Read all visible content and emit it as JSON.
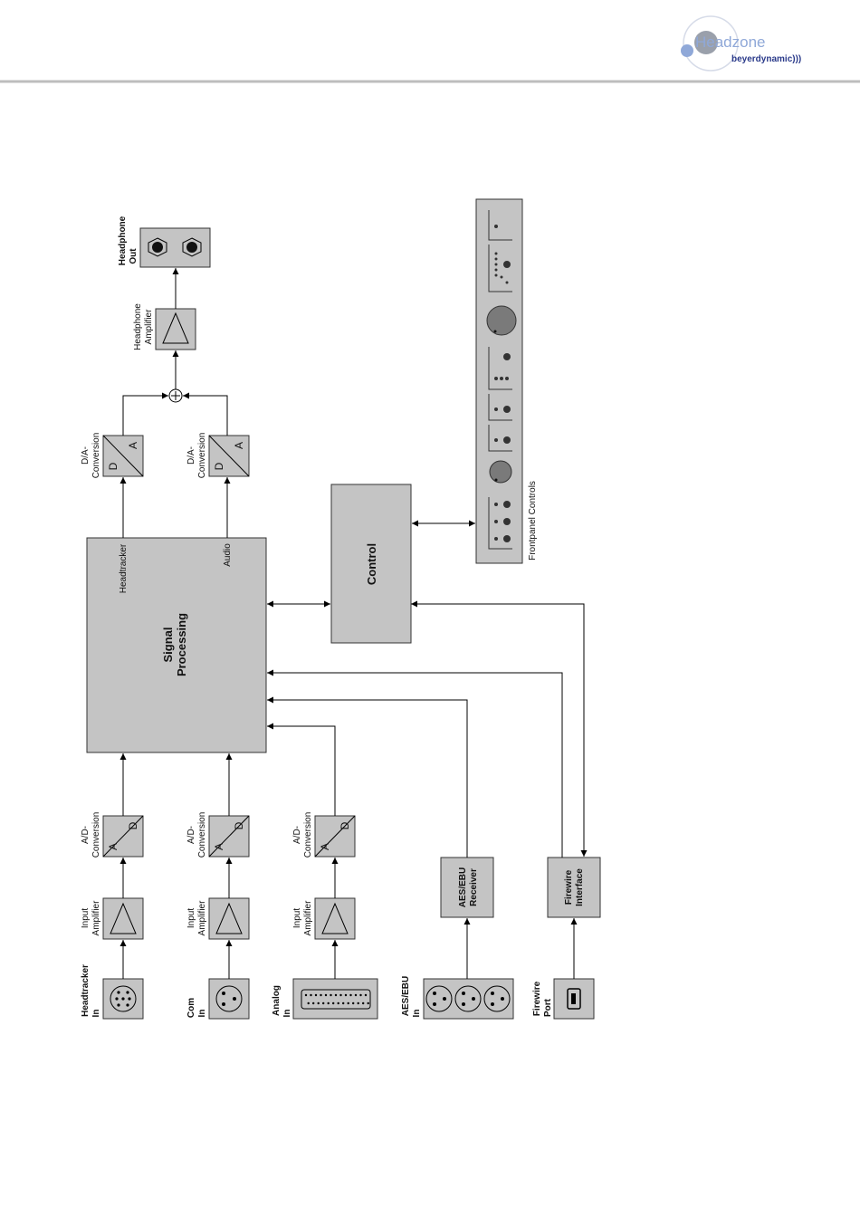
{
  "header": {
    "logo_word": "Headzone",
    "brand": "beyerdynamic)))"
  },
  "colors": {
    "box_fill": "#c4c4c4",
    "header_rule": "#bdbdbd",
    "logo_blue": "#8fa8d8"
  },
  "diagram": {
    "signal_processing": {
      "line1": "Signal",
      "line2": "Processing",
      "tap_headtracker": "Headtracker",
      "tap_audio": "Audio"
    },
    "control": "Control",
    "frontpanel": "Frontpanel Controls",
    "headphone_amplifier": {
      "line1": "Headphone",
      "line2": "Amplifier"
    },
    "headphone_out": {
      "line1": "Headphone",
      "line2": "Out"
    },
    "da_label": {
      "line1": "D/A-",
      "line2": "Conversion"
    },
    "ad_label": {
      "line1": "A/D-",
      "line2": "Conversion"
    },
    "input_amp": {
      "line1": "Input",
      "line2": "Amplifier"
    },
    "converter_letters": {
      "d": "D",
      "a": "A"
    },
    "inputs": {
      "headtracker": {
        "line1": "Headtracker",
        "line2": "In"
      },
      "com": {
        "line1": "Com",
        "line2": "In"
      },
      "analog": {
        "line1": "Analog",
        "line2": "In"
      },
      "aes": {
        "line1": "AES/EBU",
        "line2": "In"
      },
      "firewire": {
        "line1": "Firewire",
        "line2": "Port"
      }
    },
    "aes_receiver": {
      "line1": "AES/EBU",
      "line2": "Receiver"
    },
    "firewire_interface": {
      "line1": "Firewire",
      "line2": "Interface"
    }
  }
}
